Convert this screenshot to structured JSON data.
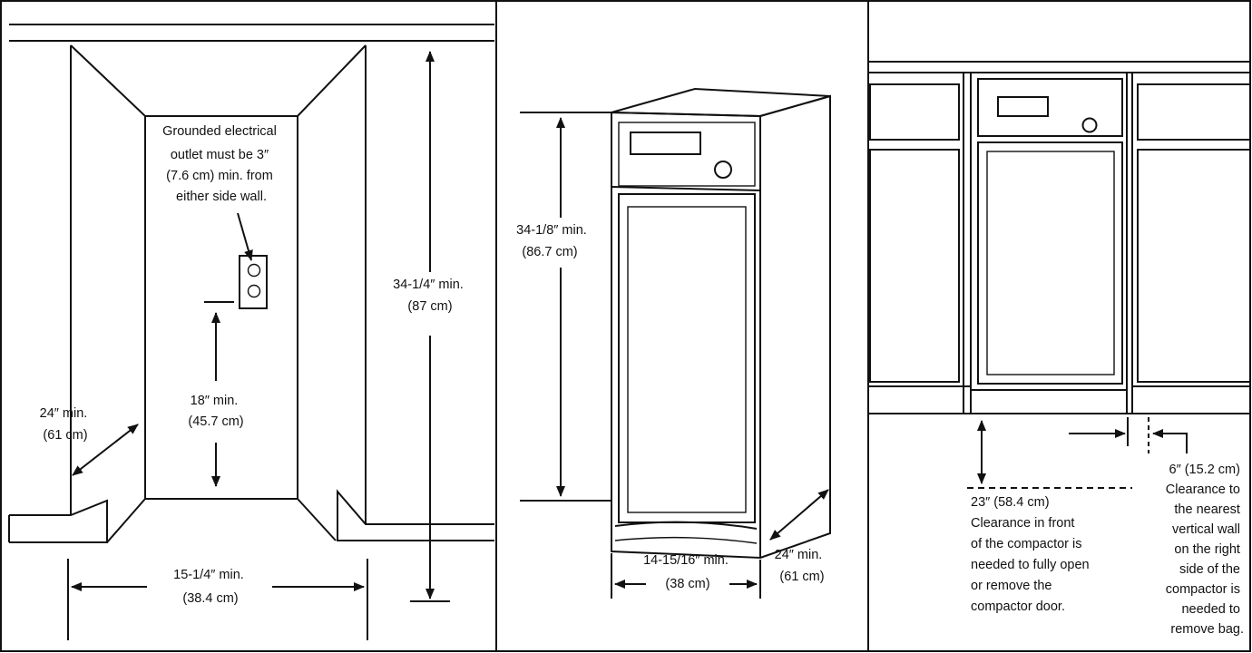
{
  "panels": {
    "left": {
      "outlet_note": [
        "Grounded electrical",
        "outlet must be 3″",
        "(7.6 cm) min. from",
        "either side wall."
      ],
      "height_dim": [
        "34-1/4″ min.",
        "(87 cm)"
      ],
      "outlet_height_dim": [
        "18″ min.",
        "(45.7 cm)"
      ],
      "depth_dim": [
        "24″ min.",
        "(61 cm)"
      ],
      "width_dim": [
        "15-1/4″ min.",
        "(38.4 cm)"
      ]
    },
    "middle": {
      "height_dim": [
        "34-1/8″ min.",
        "(86.7 cm)"
      ],
      "width_dim": [
        "14-15/16″ min.",
        "(38 cm)"
      ],
      "depth_dim": [
        "24″ min.",
        "(61 cm)"
      ]
    },
    "right": {
      "front_clearance": [
        "23″ (58.4 cm)",
        "Clearance in front",
        "of the compactor is",
        "needed to fully open",
        "or remove the",
        "compactor door."
      ],
      "side_clearance": [
        "6″ (15.2 cm)",
        "Clearance to",
        "the nearest",
        "vertical wall",
        "on the right",
        "side of the",
        "compactor is",
        "needed to",
        "remove bag."
      ]
    }
  }
}
